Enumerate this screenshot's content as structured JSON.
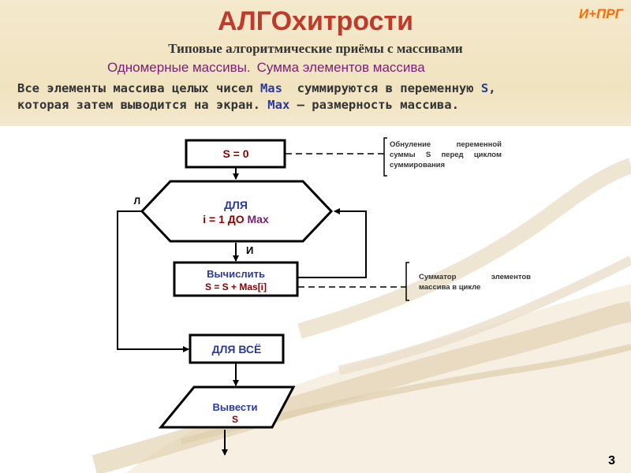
{
  "header": {
    "title": "АЛГОхитрости",
    "badge": "И+ПРГ",
    "subtitle": "Типовые алгоритмические приёмы с массивами",
    "topic_a": "Одномерные массивы.",
    "topic_b": "Сумма элементов массива"
  },
  "description": {
    "p1": "Все элементы массива целых чисел ",
    "p2": "Mas",
    "p3": "  суммируются в переменную ",
    "p4": "S",
    "p5": ",",
    "p6": "которая затем выводится на экран. ",
    "p7": "Max",
    "p8": " – размерность массива."
  },
  "flowchart": {
    "init": "S = 0",
    "loop_line1": "ДЛЯ",
    "loop_line2a": "i = 1 ДО ",
    "loop_line2b": "Max",
    "false_label": "Л",
    "true_label": "И",
    "calc_line1": "Вычислить",
    "calc_line2": "S = S + Mas[i]",
    "end_loop": "ДЛЯ ВСЁ",
    "output_line1": "Вывести",
    "output_line2": "S"
  },
  "notes": {
    "init_note": [
      "Обнуление переменной",
      "суммы S перед циклом",
      "суммирования"
    ],
    "sum_note": [
      "Сумматор элементов",
      "массива в цикле"
    ]
  },
  "footer": {
    "page_number": "3"
  },
  "colors": {
    "title": "#c0392b",
    "badge": "#ff6a00",
    "topic": "#7a1f74",
    "highlight": "#2b3aa0",
    "node_text": "#2b3aa0",
    "node_accent": "#8b0000"
  }
}
